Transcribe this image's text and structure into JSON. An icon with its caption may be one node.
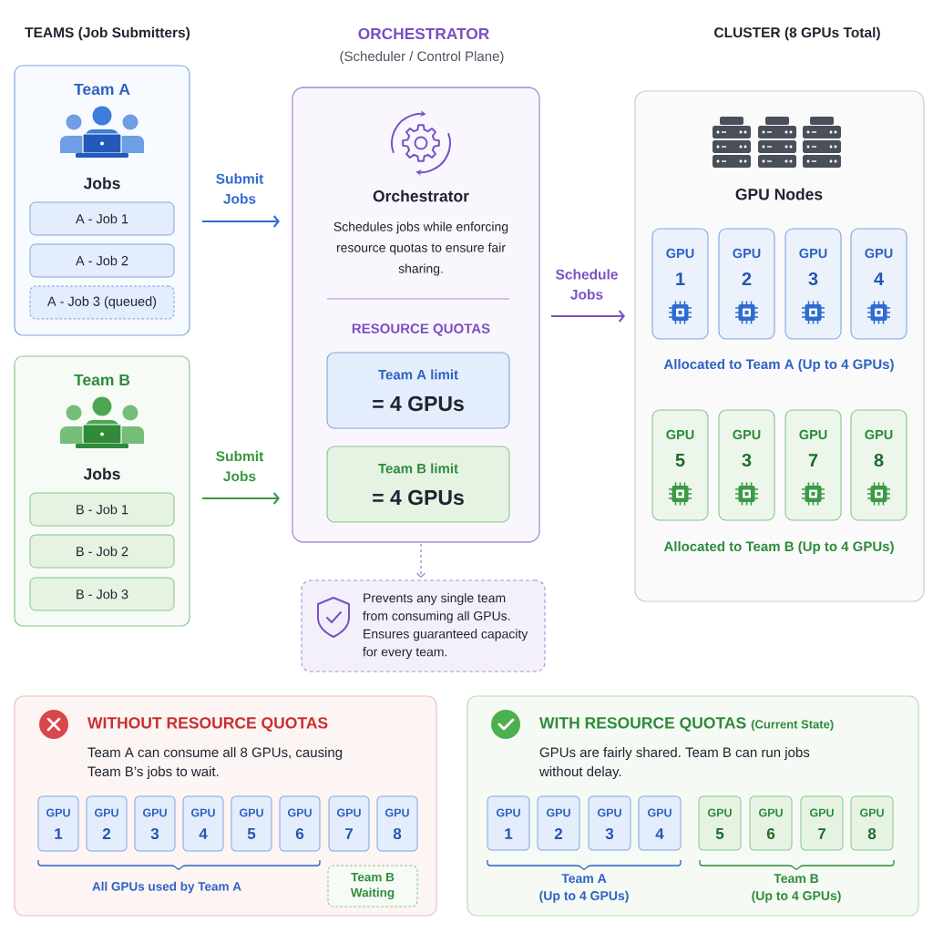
{
  "diagram": {
    "nodes": [
      {
        "text": [
          "Team A",
          "Jobs"
        ]
      },
      {
        "text": [
          "A - Job 1"
        ],
        "in": 0
      },
      {
        "text": [
          "A - Job 2"
        ],
        "in": 0
      },
      {
        "text": [
          "A - Job 3 (queued)"
        ],
        "in": 0
      },
      {
        "text": [
          "Team B",
          "Jobs"
        ]
      },
      {
        "text": [
          "B - Job 1"
        ],
        "in": 4
      },
      {
        "text": [
          "B - Job 2"
        ],
        "in": 4
      },
      {
        "text": [
          "B - Job 3"
        ],
        "in": 4
      },
      {
        "text": [
          "Orchestrator",
          "Schedules jobs while enforcing resource quotas to ensure fair sharing.",
          "RESOURCE QUOTAS"
        ]
      },
      {
        "text": [
          "Team A limit",
          "= 4 GPUs"
        ],
        "in": 8
      },
      {
        "text": [
          "Team B limit",
          "= 4 GPUs"
        ],
        "in": 8
      },
      {
        "text": [
          "Prevents any single team from consuming all GPUs. Ensures guaranteed capacity for every team."
        ]
      },
      {
        "text": [
          "GPU Nodes",
          "Allocated to Team A (Up to 4 GPUs)",
          "Allocated to Team B (Up to 4 GPUs)"
        ]
      },
      {
        "text": [
          "GPU",
          "1"
        ],
        "in": 12
      },
      {
        "text": [
          "GPU",
          "2"
        ],
        "in": 12
      },
      {
        "text": [
          "GPU",
          "3"
        ],
        "in": 12
      },
      {
        "text": [
          "GPU",
          "4"
        ],
        "in": 12
      },
      {
        "text": [
          "GPU",
          "5"
        ],
        "in": 12
      },
      {
        "text": [
          "GPU",
          "3"
        ],
        "in": 12
      },
      {
        "text": [
          "GPU",
          "7"
        ],
        "in": 12
      },
      {
        "text": [
          "GPU",
          "8"
        ],
        "in": 12
      },
      {
        "text": [
          "WITHOUT RESOURCE QUOTAS",
          "Team A can consume all 8 GPUs, causing Team B’s jobs to wait.",
          "All GPUs used by Team A"
        ]
      },
      {
        "text": [
          "GPU",
          "1"
        ],
        "in": 21
      },
      {
        "text": [
          "GPU",
          "2"
        ],
        "in": 21
      },
      {
        "text": [
          "GPU",
          "3"
        ],
        "in": 21
      },
      {
        "text": [
          "GPU",
          "4"
        ],
        "in": 21
      },
      {
        "text": [
          "GPU",
          "5"
        ],
        "in": 21
      },
      {
        "text": [
          "GPU",
          "6"
        ],
        "in": 21
      },
      {
        "text": [
          "GPU",
          "7"
        ],
        "in": 21
      },
      {
        "text": [
          "GPU",
          "8"
        ],
        "in": 21
      },
      {
        "text": [
          "Team B Waiting"
        ],
        "in": 21
      },
      {
        "text": [
          "WITH RESOURCE QUOTAS",
          "(Current State)",
          "GPUs are fairly shared. Team B can run jobs without delay.",
          "Team A (Up to 4 GPUs)",
          "Team B (Up to 4 GPUs)"
        ]
      },
      {
        "text": [
          "GPU",
          "1"
        ],
        "in": 31
      },
      {
        "text": [
          "GPU",
          "2"
        ],
        "in": 31
      },
      {
        "text": [
          "GPU",
          "3"
        ],
        "in": 31
      },
      {
        "text": [
          "GPU",
          "4"
        ],
        "in": 31
      },
      {
        "text": [
          "GPU",
          "5"
        ],
        "in": 31
      },
      {
        "text": [
          "GPU",
          "6"
        ],
        "in": 31
      },
      {
        "text": [
          "GPU",
          "7"
        ],
        "in": 31
      },
      {
        "text": [
          "GPU",
          "8"
        ],
        "in": 31
      }
    ],
    "edges": [
      {
        "from": 0,
        "to": 8,
        "arrow": "to",
        "label": "Submit Jobs",
        "color": "#2f6bd0"
      },
      {
        "from": 4,
        "to": 8,
        "arrow": "to",
        "label": "Submit Jobs",
        "color": "#38963f"
      },
      {
        "from": 8,
        "to": 12,
        "arrow": "to",
        "label": "Schedule Jobs",
        "color": "#7b52c4"
      },
      {
        "from": 8,
        "to": 11,
        "arrow": "to",
        "style": "dashed",
        "color": "#9b7fd0"
      }
    ],
    "labels": [
      "TEAMS (Job Submitters)",
      "ORCHESTRATOR",
      "(Scheduler / Control Plane)",
      "CLUSTER (8 GPUs Total)"
    ]
  }
}
